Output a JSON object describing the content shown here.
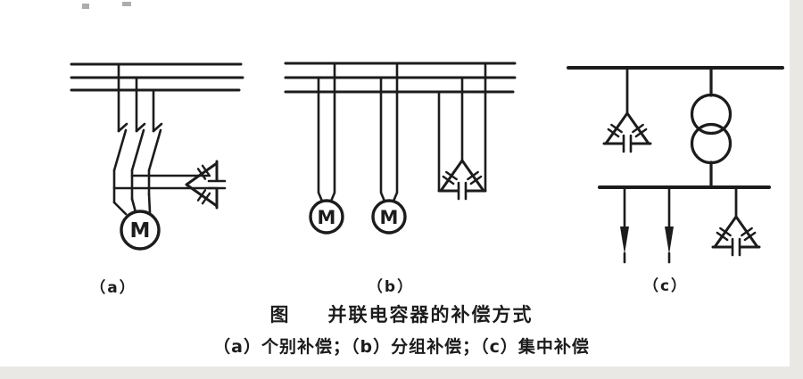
{
  "figure": {
    "caption": {
      "prefix": "图",
      "title": "并联电容器的补偿方式",
      "subtitle": "（a）个别补偿；（b）分组补偿；（c）集中补偿"
    },
    "panels": [
      {
        "label": "（a）",
        "motors": [
          "M"
        ]
      },
      {
        "label": "（b）",
        "motors": [
          "M",
          "M"
        ]
      },
      {
        "label": "（c）",
        "motors": []
      }
    ]
  },
  "colors": {
    "ink": "#1c1c1c",
    "paper": "#ffffff",
    "page_edge": "#eae8e4"
  }
}
